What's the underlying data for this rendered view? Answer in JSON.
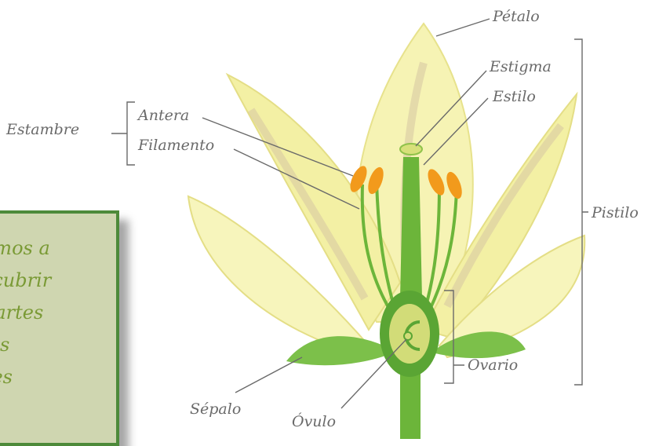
{
  "labels": {
    "petalo": "Pétalo",
    "estigma": "Estigma",
    "estilo": "Estilo",
    "estambre": "Estambre",
    "antera": "Antera",
    "filamento": "Filamento",
    "pistilo": "Pistilo",
    "ovario": "Ovario",
    "sepalo": "Sépalo",
    "ovulo": "Óvulo"
  },
  "note": {
    "text": "amos a\nscubrir\n partes\n las\nres"
  },
  "colors": {
    "petal": "#f4f1a6",
    "stem": "#6cb53a",
    "anther": "#f29a1c",
    "note_border": "#4d8a3a",
    "note_bg": "#cfd6b0",
    "label": "#6a6a6a"
  }
}
